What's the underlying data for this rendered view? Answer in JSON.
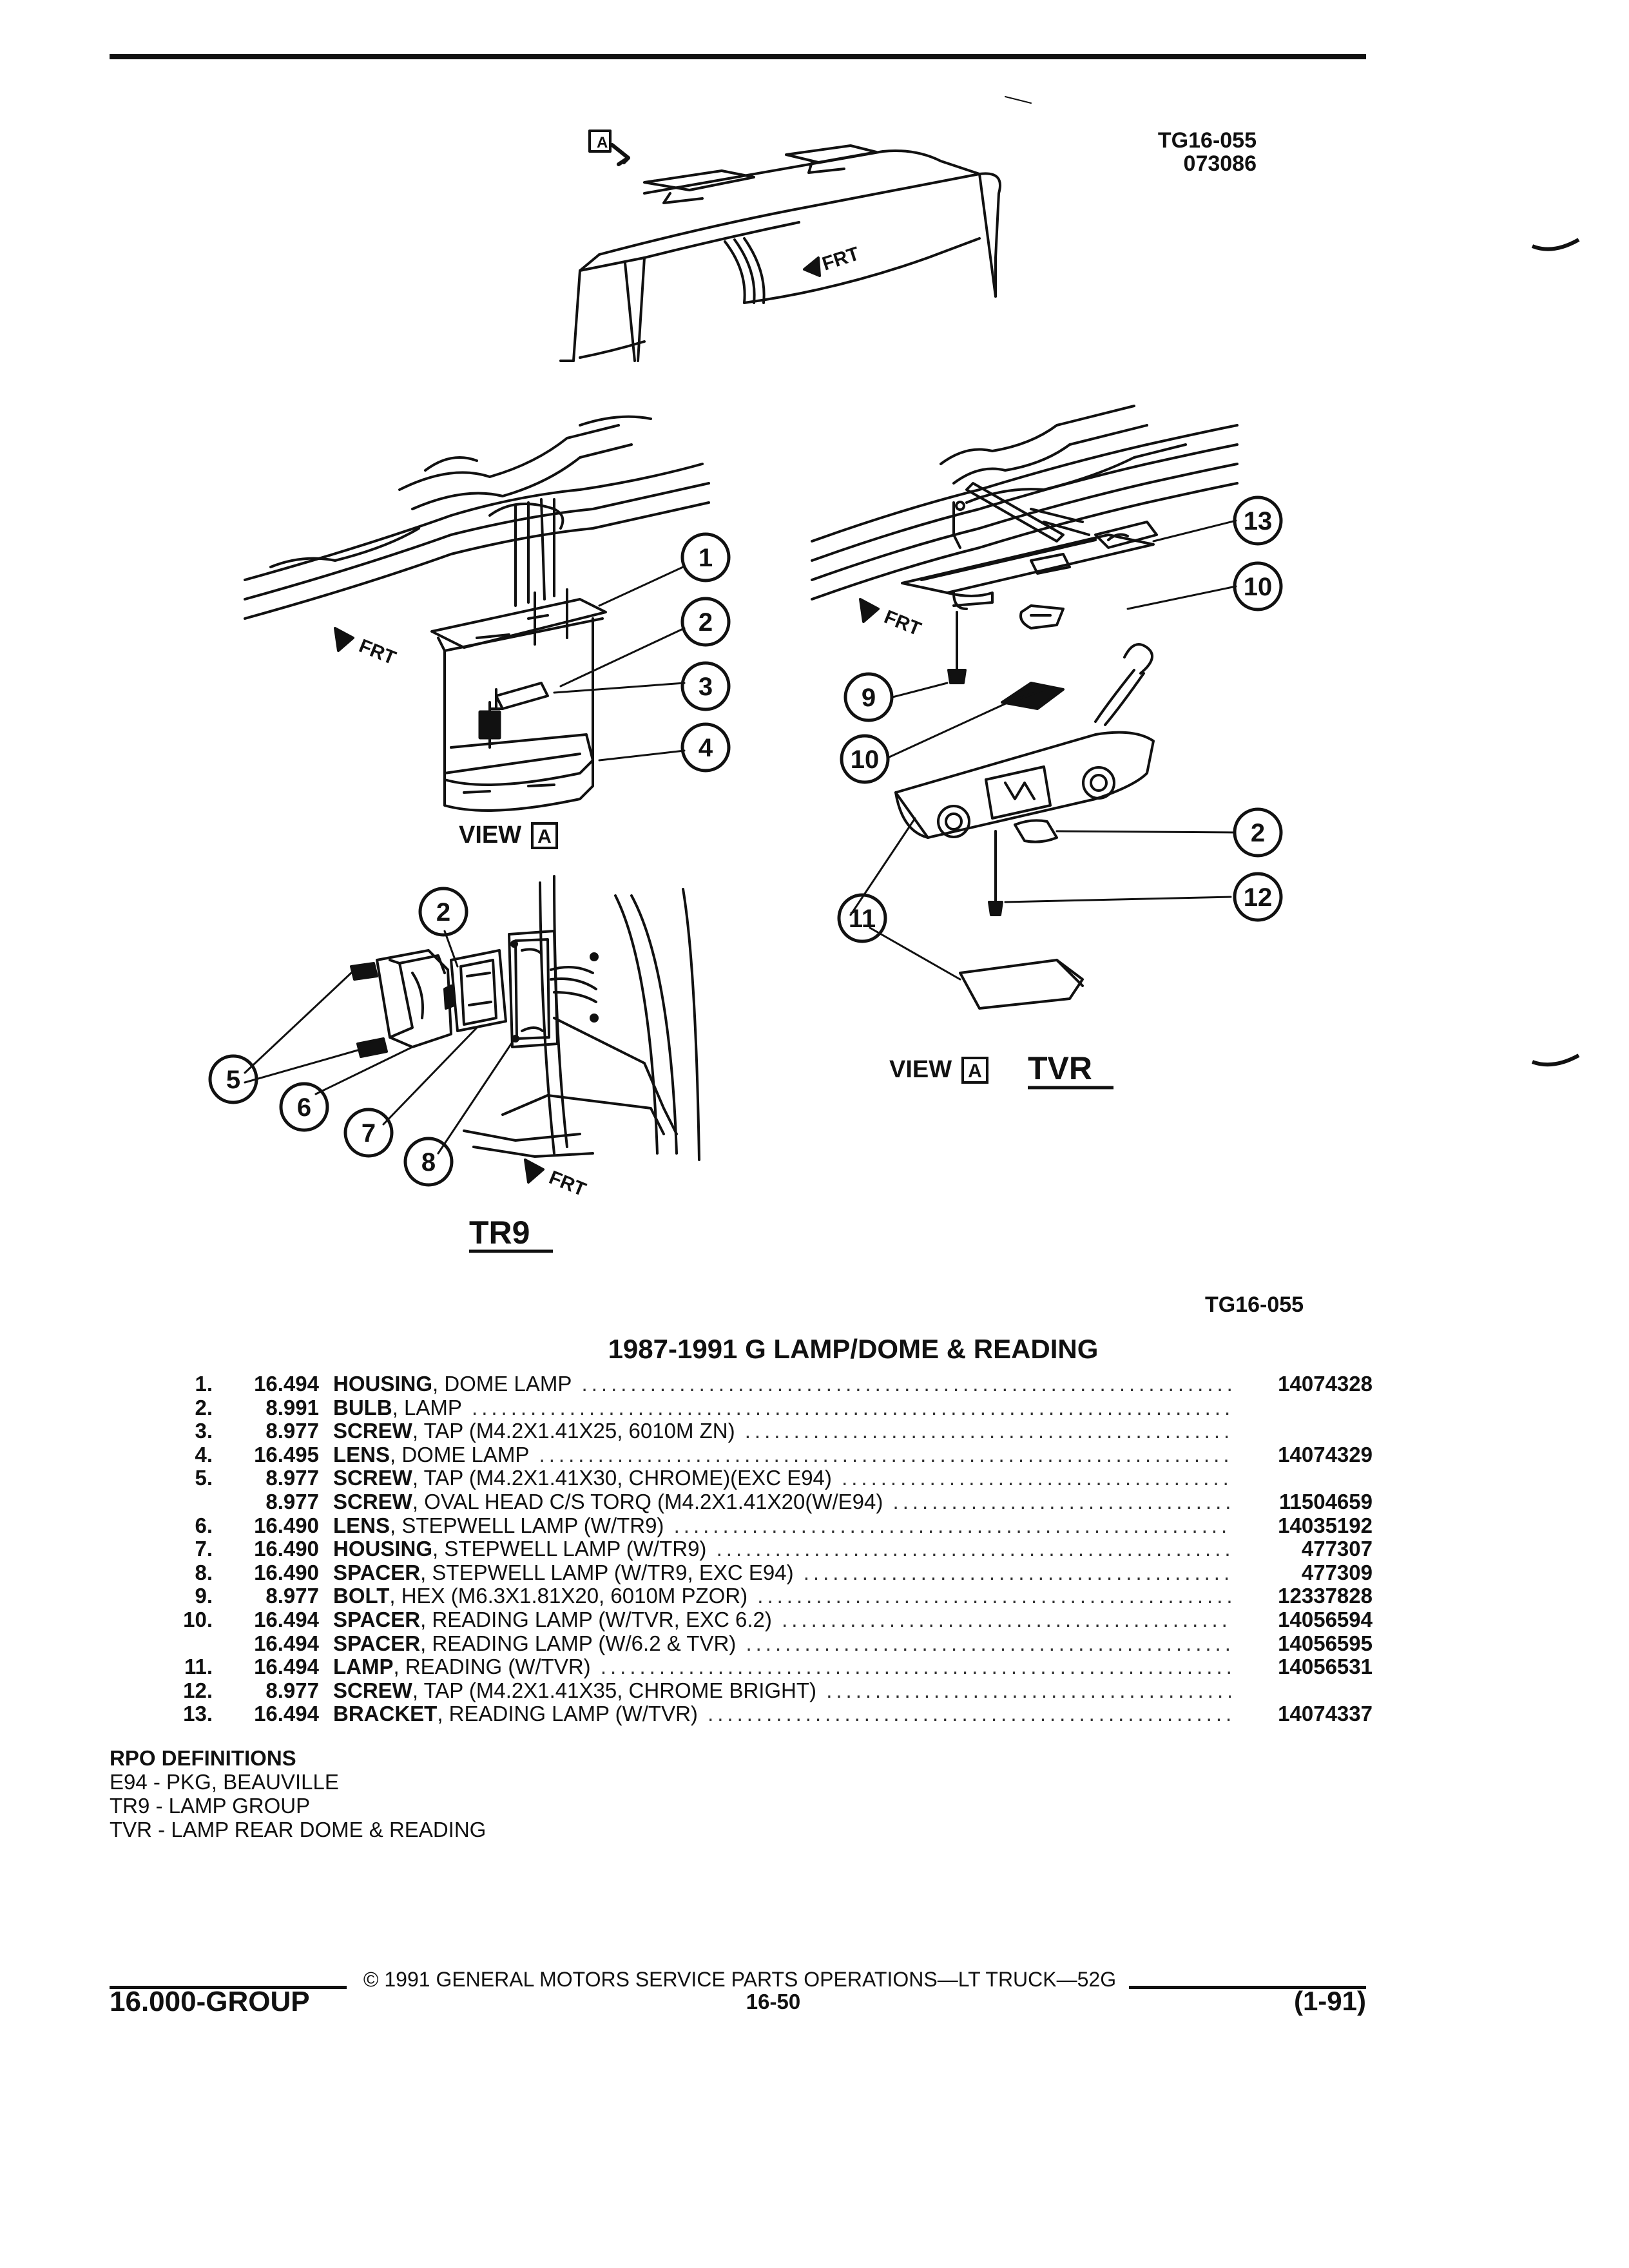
{
  "header": {
    "figure_id": "TG16-055",
    "date_code": "073086"
  },
  "diagram": {
    "frt_label": "FRT",
    "view_label": "VIEW",
    "view_letter": "A",
    "tvr_label": "TVR",
    "tr9_label": "TR9",
    "callouts": [
      "1",
      "2",
      "3",
      "4",
      "5",
      "6",
      "7",
      "8",
      "9",
      "10",
      "11",
      "12",
      "13"
    ]
  },
  "figure_ref": "TG16-055",
  "title": "1987-1991 G LAMP/DOME & READING",
  "parts": [
    {
      "num": "1.",
      "group": "16.494",
      "name": "HOUSING",
      "desc": ", DOME LAMP",
      "pn": "14074328"
    },
    {
      "num": "2.",
      "group": "8.991",
      "name": "BULB",
      "desc": ", LAMP",
      "pn": ""
    },
    {
      "num": "3.",
      "group": "8.977",
      "name": "SCREW",
      "desc": ", TAP (M4.2X1.41X25, 6010M ZN)",
      "pn": ""
    },
    {
      "num": "4.",
      "group": "16.495",
      "name": "LENS",
      "desc": ", DOME LAMP",
      "pn": "14074329"
    },
    {
      "num": "5.",
      "group": "8.977",
      "name": "SCREW",
      "desc": ", TAP (M4.2X1.41X30, CHROME)(EXC E94)",
      "pn": ""
    },
    {
      "num": "",
      "group": "8.977",
      "name": "SCREW",
      "desc": ", OVAL HEAD C/S TORQ (M4.2X1.41X20(W/E94)",
      "pn": "11504659"
    },
    {
      "num": "6.",
      "group": "16.490",
      "name": "LENS",
      "desc": ", STEPWELL LAMP (W/TR9)",
      "pn": "14035192"
    },
    {
      "num": "7.",
      "group": "16.490",
      "name": "HOUSING",
      "desc": ", STEPWELL LAMP (W/TR9)",
      "pn": "477307"
    },
    {
      "num": "8.",
      "group": "16.490",
      "name": "SPACER",
      "desc": ", STEPWELL LAMP (W/TR9, EXC E94)",
      "pn": "477309"
    },
    {
      "num": "9.",
      "group": "8.977",
      "name": "BOLT",
      "desc": ", HEX (M6.3X1.81X20, 6010M PZOR)",
      "pn": "12337828"
    },
    {
      "num": "10.",
      "group": "16.494",
      "name": "SPACER",
      "desc": ", READING LAMP (W/TVR, EXC 6.2)",
      "pn": "14056594"
    },
    {
      "num": "",
      "group": "16.494",
      "name": "SPACER",
      "desc": ", READING LAMP (W/6.2 & TVR)",
      "pn": "14056595"
    },
    {
      "num": "11.",
      "group": "16.494",
      "name": "LAMP",
      "desc": ", READING (W/TVR)",
      "pn": "14056531"
    },
    {
      "num": "12.",
      "group": "8.977",
      "name": "SCREW",
      "desc": ", TAP (M4.2X1.41X35, CHROME BRIGHT)",
      "pn": ""
    },
    {
      "num": "13.",
      "group": "16.494",
      "name": "BRACKET",
      "desc": ", READING LAMP (W/TVR)",
      "pn": "14074337"
    }
  ],
  "rpo": {
    "heading": "RPO DEFINITIONS",
    "items": [
      "E94 - PKG, BEAUVILLE",
      "TR9 - LAMP GROUP",
      "TVR - LAMP REAR DOME & READING"
    ]
  },
  "footer": {
    "copyright": "© 1991  GENERAL MOTORS SERVICE PARTS OPERATIONS—LT TRUCK—52G",
    "group": "16.000-GROUP",
    "page": "16-50",
    "date": "(1-91)"
  }
}
